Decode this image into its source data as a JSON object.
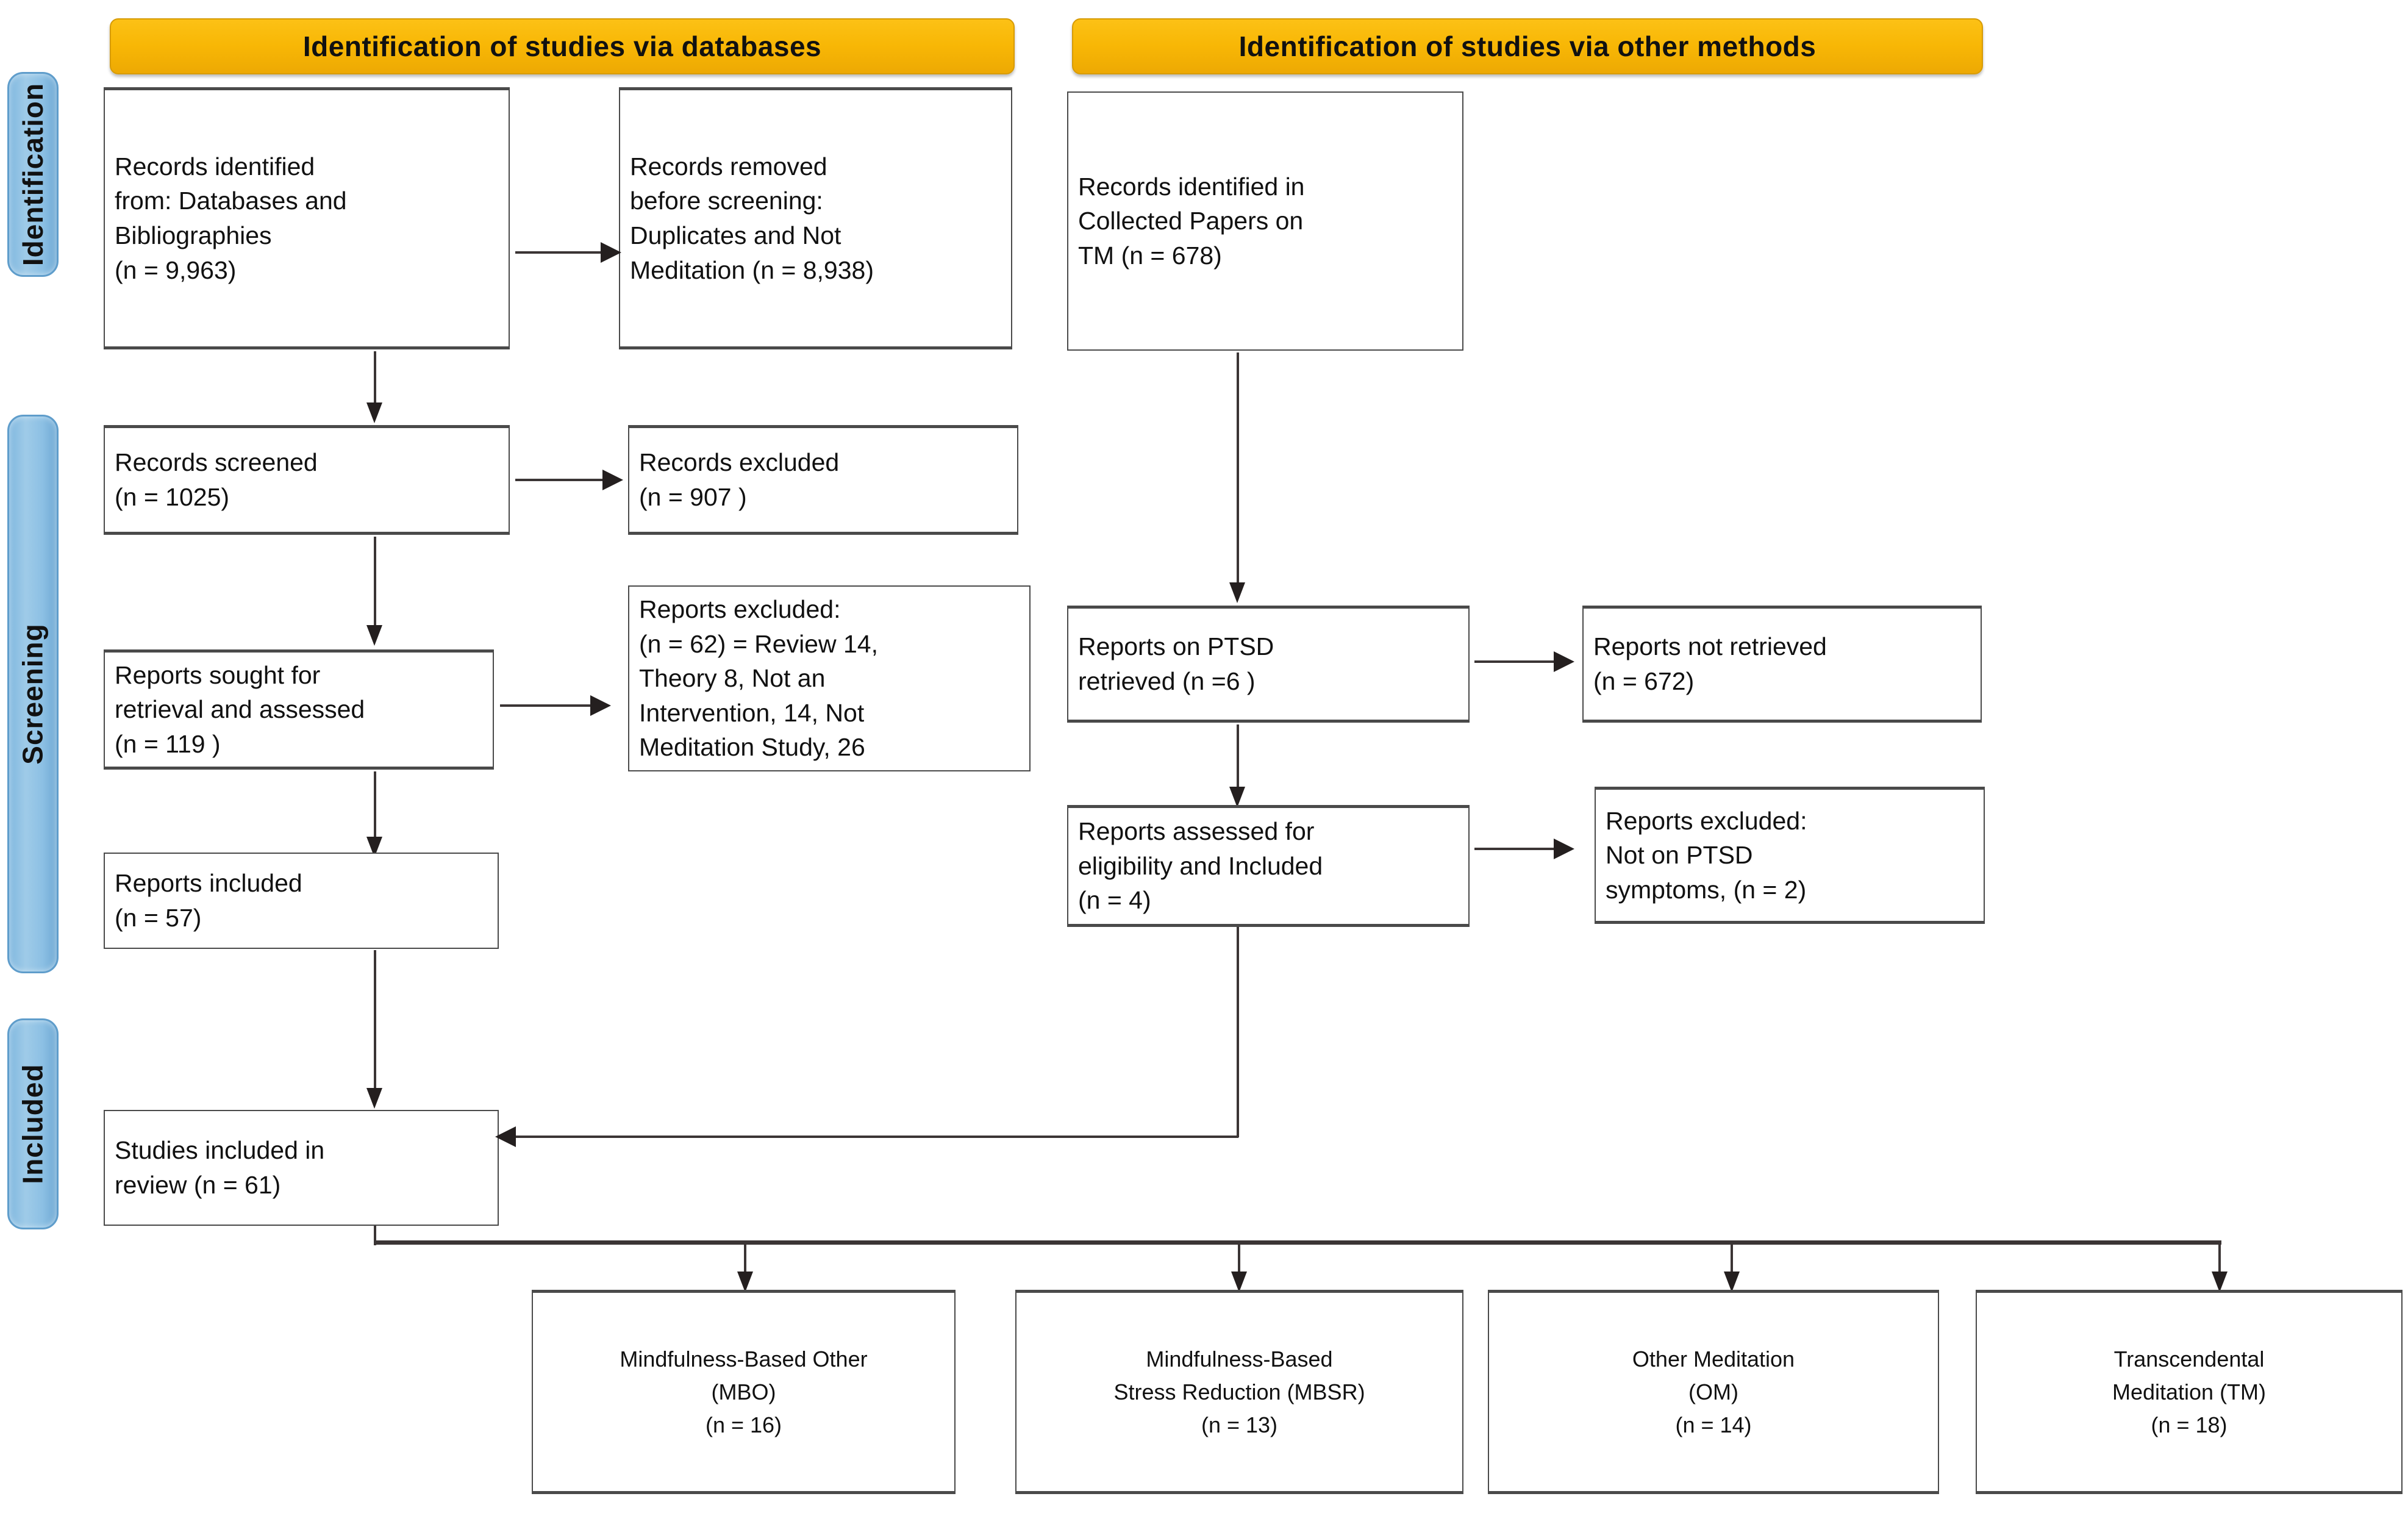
{
  "diagram": {
    "title": "PRISMA flow diagram",
    "accent_orange": "#f8b705",
    "accent_blue": "#8cc0e4",
    "line_color": "#3b3535"
  },
  "stage_labels": [
    {
      "id": "identification",
      "text": "Identification"
    },
    {
      "id": "screening",
      "text": "Screening"
    },
    {
      "id": "included",
      "text": "Included"
    }
  ],
  "banners": [
    {
      "id": "databases",
      "text": "Identification of studies via databases"
    },
    {
      "id": "other-methods",
      "text": "Identification of studies via other methods"
    }
  ],
  "boxes": {
    "records_identified": "Records identified from: Databases and Bibliographies (n = 9,963)",
    "records_removed": "Records removed before screening: Duplicates and Not Meditation (n = 8,938)",
    "records_identified_tm": "Records identified in Collected Papers on TM  (n = 678)",
    "records_screened": "Records screened (n = 1025)",
    "records_excluded": "Records excluded (n = 907 )",
    "reports_sought": "Reports sought for retrieval  and assessed (n = 119 )",
    "reports_excluded_db": "Reports excluded: (n = 62) = Review  14, Theory 8, Not an Intervention,  14, Not Meditation Study, 26",
    "reports_on_ptsd": "Reports on PTSD retrieved  (n =6 )",
    "reports_not_retrieved": "Reports not retrieved (n = 672)",
    "reports_assessed": "Reports assessed for eligibility and Included (n = 4)",
    "reports_excluded_ptsd": "Reports excluded:  Not on PTSD symptoms, (n = 2)",
    "reports_included": "Reports included  (n = 57)",
    "studies_included": "Studies included in review (n = 61)"
  },
  "box_lines": {
    "records_identified": [
      "Records identified",
      "from: Databases and",
      "Bibliographies",
      "(n = 9,963)"
    ],
    "records_removed": [
      "Records removed",
      "before  screening:",
      "Duplicates and Not",
      "Meditation (n = 8,938)"
    ],
    "records_identified_tm": [
      "Records identified in",
      "Collected Papers on",
      "TM  (n = 678)"
    ],
    "records_screened": [
      "Records screened",
      "(n = 1025)"
    ],
    "records_excluded": [
      "Records excluded",
      "(n = 907 )"
    ],
    "reports_sought": [
      "Reports sought for",
      "retrieval  and assessed",
      "(n = 119 )"
    ],
    "reports_excluded_db": [
      "Reports excluded:",
      "(n = 62) = Review  14,",
      "Theory 8, Not an",
      "Intervention,  14, Not",
      "Meditation Study, 26"
    ],
    "reports_on_ptsd": [
      "Reports on PTSD",
      "retrieved  (n =6 )"
    ],
    "reports_not_retrieved": [
      "Reports not retrieved",
      "(n = 672)"
    ],
    "reports_assessed": [
      "Reports assessed for",
      "eligibility and Included",
      "(n = 4)"
    ],
    "reports_excluded_ptsd": [
      "Reports excluded:",
      " Not on PTSD",
      "symptoms, (n = 2)"
    ],
    "reports_included": [
      "Reports included",
      " (n = 57)"
    ],
    "studies_included": [
      "Studies included in",
      "review (n  = 61)"
    ]
  },
  "outcomes": [
    {
      "id": "mbo",
      "lines": [
        "Mindfulness-Based Other",
        "(MBO)",
        "(n = 16)"
      ],
      "label": "Mindfulness-Based Other (MBO)",
      "n": 16
    },
    {
      "id": "mbsr",
      "lines": [
        "Mindfulness-Based",
        "Stress Reduction (MBSR)",
        "(n = 13)"
      ],
      "label": "Mindfulness-Based Stress Reduction (MBSR)",
      "n": 13
    },
    {
      "id": "om",
      "lines": [
        "Other Meditation",
        "(OM)",
        "(n = 14)"
      ],
      "label": "Other Meditation (OM)",
      "n": 14
    },
    {
      "id": "tm",
      "lines": [
        "Transcendental",
        "Meditation (TM)",
        "(n = 18)"
      ],
      "label": "Transcendental Meditation (TM)",
      "n": 18
    }
  ],
  "counts": {
    "identified_databases": 9963,
    "removed_before_screening": 8938,
    "identified_other": 678,
    "screened": 1025,
    "excluded_screening": 907,
    "sought_for_retrieval": 119,
    "excluded_reports_db": 62,
    "excluded_reasons": [
      {
        "reason": "Review",
        "n": 14
      },
      {
        "reason": "Theory",
        "n": 8
      },
      {
        "reason": "Not an Intervention",
        "n": 14
      },
      {
        "reason": "Not Meditation Study",
        "n": 26
      }
    ],
    "reports_included": 57,
    "ptsd_retrieved": 6,
    "ptsd_not_retrieved": 672,
    "ptsd_assessed_included": 4,
    "ptsd_excluded": 2,
    "studies_included_in_review": 61
  }
}
